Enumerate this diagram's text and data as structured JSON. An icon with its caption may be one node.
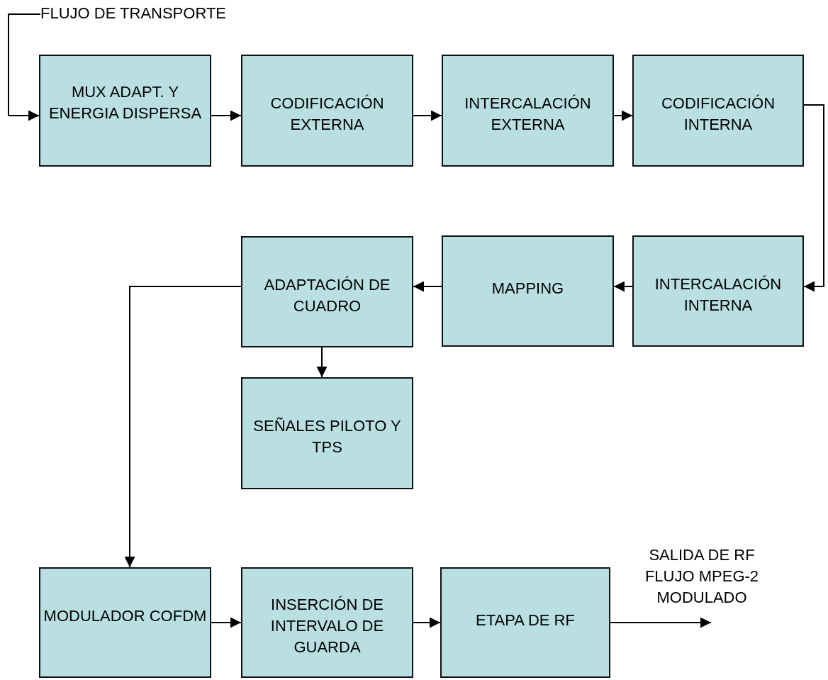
{
  "diagram": {
    "nodes": [
      {
        "text": [
          "FLUJO DE TRANSPORTE"
        ]
      },
      {
        "text": [
          "MUX ADAPT. Y ENERGIA DISPERSA"
        ]
      },
      {
        "text": [
          "CODIFICACIÓN EXTERNA"
        ]
      },
      {
        "text": [
          "INTERCALACIÓN EXTERNA"
        ]
      },
      {
        "text": [
          "CODIFICACIÓN INTERNA"
        ]
      },
      {
        "text": [
          "INTERCALACIÓN INTERNA"
        ]
      },
      {
        "text": [
          "MAPPING"
        ]
      },
      {
        "text": [
          "ADAPTACIÓN DE CUADRO"
        ]
      },
      {
        "text": [
          "SEÑALES PILOTO Y TPS"
        ]
      },
      {
        "text": [
          "MODULADOR COFDM"
        ]
      },
      {
        "text": [
          "INSERCIÓN DE INTERVALO DE GUARDA"
        ]
      },
      {
        "text": [
          "ETAPA DE RF"
        ]
      }
    ],
    "edges": [
      {
        "from": 0,
        "to": 1,
        "arrow": "to"
      },
      {
        "from": 1,
        "to": 2,
        "arrow": "to"
      },
      {
        "from": 2,
        "to": 3,
        "arrow": "to"
      },
      {
        "from": 3,
        "to": 4,
        "arrow": "to"
      },
      {
        "from": 4,
        "to": 5,
        "arrow": "to"
      },
      {
        "from": 5,
        "to": 6,
        "arrow": "to"
      },
      {
        "from": 6,
        "to": 7,
        "arrow": "to"
      },
      {
        "from": 7,
        "to": 8,
        "arrow": "to"
      },
      {
        "from": 7,
        "to": 9,
        "arrow": "to"
      },
      {
        "from": 9,
        "to": 10,
        "arrow": "to"
      },
      {
        "from": 10,
        "to": 11,
        "arrow": "to"
      },
      {
        "from": 11,
        "to": null,
        "arrow": "to"
      }
    ],
    "labels": [
      "SALIDA DE RF FLUJO MPEG-2 MODULADO"
    ]
  }
}
